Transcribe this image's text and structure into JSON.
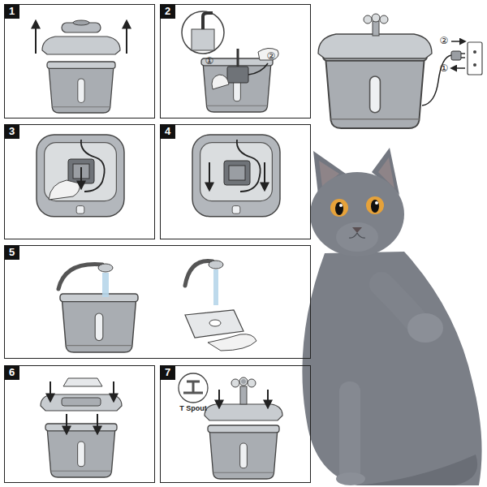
{
  "diagram": {
    "nodes": [
      {
        "text": [
          "1"
        ]
      },
      {
        "text": [
          "2"
        ]
      },
      {
        "text": [
          "3"
        ]
      },
      {
        "text": [
          "4"
        ]
      },
      {
        "text": [
          "5"
        ]
      },
      {
        "text": [
          "6"
        ]
      },
      {
        "text": [
          "7"
        ]
      }
    ],
    "labels": [
      "①",
      "②",
      "T Spout",
      "②",
      "①"
    ]
  }
}
